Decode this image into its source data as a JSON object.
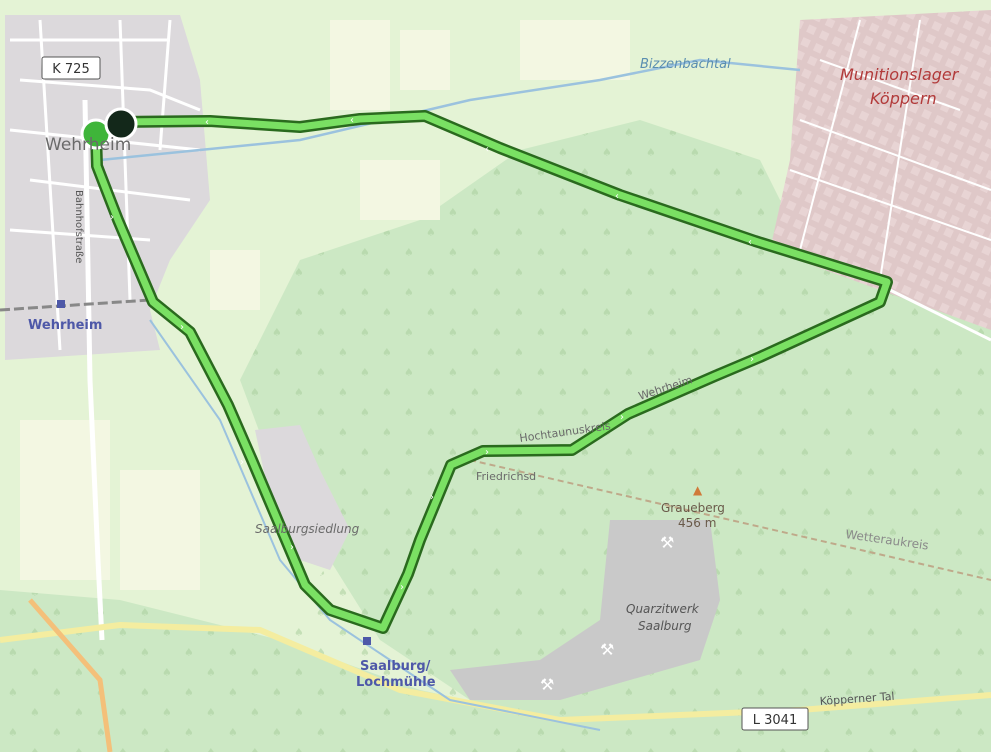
{
  "map": {
    "labels": {
      "road_k725": "K 725",
      "town_wehrheim": "Wehrheim",
      "street_bahnhofstrasse": "Bahnhofstraße",
      "station_wehrheim": "Wehrheim",
      "stream_bizzenbachtal": "Bizzenbachtal",
      "depot_line1": "Munitionslager",
      "depot_line2": "Köppern",
      "road_hochtaunuskreis": "Hochtaunuskreis",
      "road_wehrheim": "Wehrheim",
      "road_friedrichsd": "Friedrichsd",
      "peak_name": "Graueberg",
      "peak_elevation": "456 m",
      "district_wetteraukreis": "Wetteraukreis",
      "settlement_saalburgsiedlung": "Saalburgsiedlung",
      "quarry_line1": "Quarzitwerk",
      "quarry_line2": "Saalburg",
      "station_saalburg_line1": "Saalburg/",
      "station_saalburg_line2": "Lochmühle",
      "road_l3041": "L 3041",
      "valley_koepperner_tal": "Köpperner Tal"
    },
    "colors": {
      "forest": "#cce8c4",
      "meadow": "#e4f3d5",
      "residential": "#dcd9dc",
      "military": "#dfc8c8",
      "route_fill": "#7ae063",
      "route_outline": "#2a6a1e",
      "start_marker": "#3fb53a",
      "end_marker": "#13281a",
      "water": "#9bc2de",
      "road": "#ffffff",
      "main_road": "#f4eda0",
      "station_label": "#4e58a8",
      "depot_label": "#b23a3a"
    }
  }
}
